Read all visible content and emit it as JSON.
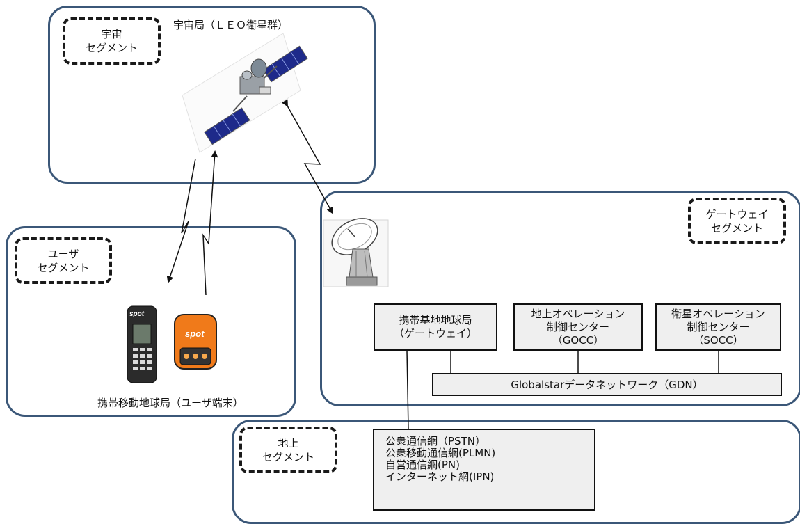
{
  "space": {
    "title": "宇宙局（ＬＥＯ衛星群）",
    "tag_lines": [
      "宇宙",
      "セグメント"
    ]
  },
  "user": {
    "tag_lines": [
      "ユーザ",
      "セグメント"
    ],
    "caption": "携帯移動地球局（ユーザ端末）",
    "device_brand": "spot"
  },
  "gateway": {
    "tag_lines": [
      "ゲートウェイ",
      "セグメント"
    ],
    "boxes": [
      {
        "lines": [
          "携帯基地地球局",
          "（ゲートウェイ）"
        ]
      },
      {
        "lines": [
          "地上オペレーション",
          "制御センター",
          "（GOCC）"
        ]
      },
      {
        "lines": [
          "衛星オペレーション",
          "制御センター",
          "（SOCC）"
        ]
      }
    ],
    "network": "Globalstarデータネットワーク（GDN）"
  },
  "ground": {
    "tag_lines": [
      "地上",
      "セグメント"
    ],
    "networks": [
      "公衆通信網（PSTN）",
      "公衆移動通信網(PLMN)",
      "自営通信網(PN)",
      "インターネット網(IPN)"
    ]
  },
  "colors": {
    "segment_border": "#3b5778",
    "device_orange": "#f07a1a",
    "solar_panel": "#1e2a8a"
  }
}
